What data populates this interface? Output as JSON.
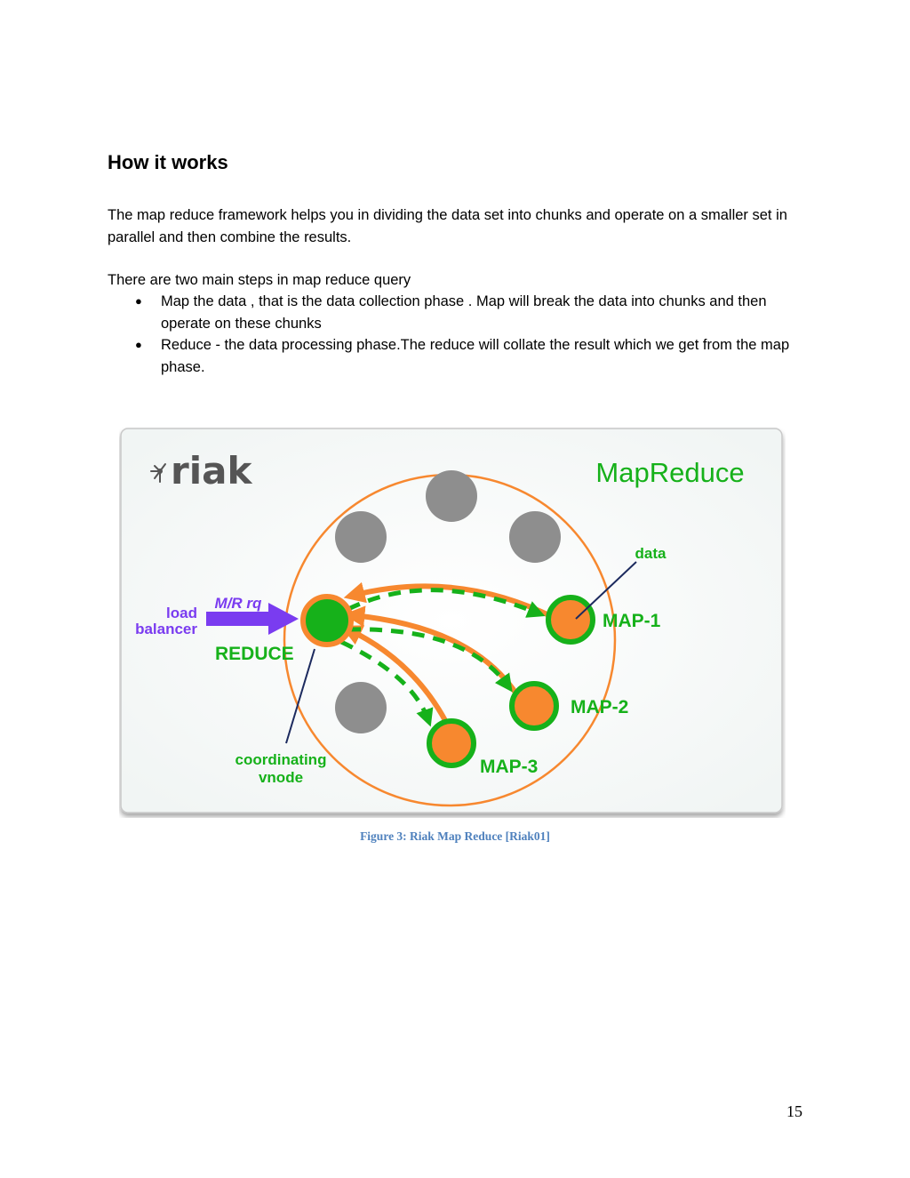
{
  "section": {
    "heading": "How it works",
    "paragraph1": "The map reduce framework helps you in dividing the data set into chunks and operate on a smaller set in parallel and then combine the results.",
    "paragraph2": "There are two main steps in map reduce query",
    "bullets": [
      "Map the data , that is the data collection phase . Map will break the data into chunks and then operate on these chunks",
      "Reduce - the data processing phase.The reduce will collate the result which we get from the map phase."
    ]
  },
  "figure": {
    "logo_text": "riak",
    "title": "MapReduce",
    "labels": {
      "data": "data",
      "map1": "MAP-1",
      "map2": "MAP-2",
      "map3": "MAP-3",
      "reduce": "REDUCE",
      "request": "M/R rq",
      "load": "load",
      "balancer": "balancer",
      "coordinating": "coordinating",
      "vnode": "vnode"
    },
    "colors": {
      "orange": "#f7882f",
      "green": "#16b11a",
      "purple": "#7a3cf0",
      "gray_node": "#8e8e8e",
      "navy_line": "#1c2a5e"
    },
    "caption": "Figure 3: Riak Map Reduce [Riak01]"
  },
  "page_number": "15"
}
